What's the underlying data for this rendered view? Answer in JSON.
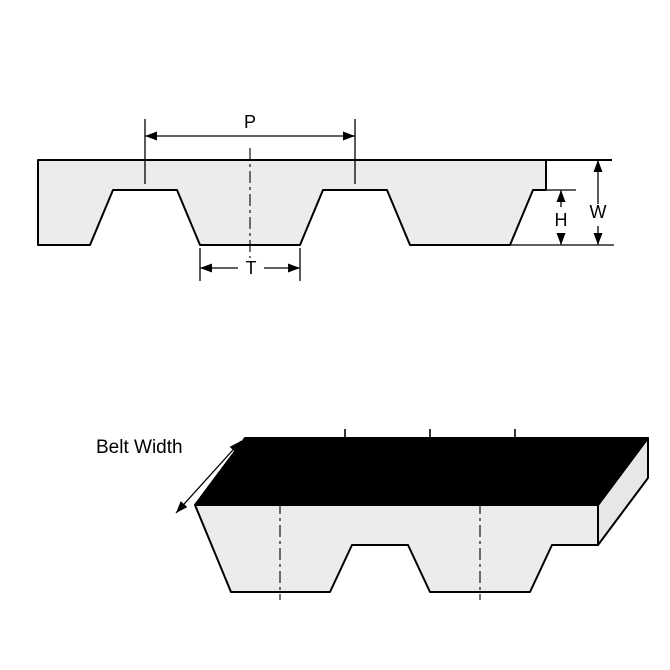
{
  "labels": {
    "pitch": "P",
    "tooth_width": "T",
    "tooth_height": "H",
    "belt_thickness": "W",
    "belt_width": "Belt Width"
  },
  "colors": {
    "outline": "#000000",
    "belt_fill": "#ececec",
    "end_face_fill": "#e7e7e7",
    "top_face_fill": "#000000",
    "background": "#ffffff"
  }
}
